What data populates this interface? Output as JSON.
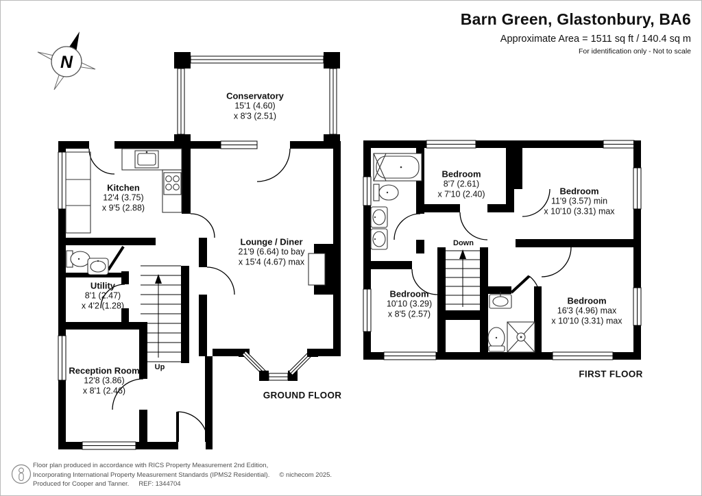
{
  "header": {
    "title": "Barn Green, Glastonbury, BA6",
    "area": "Approximate Area = 1511 sq ft / 140.4 sq m",
    "disclaimer": "For identification only - Not to scale"
  },
  "compass": {
    "label": "N"
  },
  "ground_floor": {
    "floor_label": "GROUND FLOOR",
    "stairs_label": "Up",
    "rooms": [
      {
        "name": "Conservatory",
        "dim1": "15'1 (4.60)",
        "dim2": "x 8'3 (2.51)"
      },
      {
        "name": "Kitchen",
        "dim1": "12'4 (3.75)",
        "dim2": "x 9'5 (2.88)"
      },
      {
        "name": "Lounge / Diner",
        "dim1": "21'9 (6.64) to bay",
        "dim2": "x 15'4 (4.67) max"
      },
      {
        "name": "Utility",
        "dim1": "8'1 (2.47)",
        "dim2": "x 4'2 (1.28)"
      },
      {
        "name": "Reception Room",
        "dim1": "12'8 (3.86)",
        "dim2": "x 8'1 (2.46)"
      }
    ]
  },
  "first_floor": {
    "floor_label": "FIRST FLOOR",
    "stairs_label": "Down",
    "rooms": [
      {
        "name": "Bedroom",
        "dim1": "8'7 (2.61)",
        "dim2": "x 7'10 (2.40)"
      },
      {
        "name": "Bedroom",
        "dim1": "11'9 (3.57) min",
        "dim2": "x 10'10 (3.31) max"
      },
      {
        "name": "Bedroom",
        "dim1": "10'10 (3.29)",
        "dim2": "x 8'5 (2.57)"
      },
      {
        "name": "Bedroom",
        "dim1": "16'3 (4.96) max",
        "dim2": "x 10'10 (3.31) max"
      }
    ]
  },
  "footer": {
    "line1": "Floor plan produced in accordance with RICS Property Measurement 2nd Edition,",
    "line2": "Incorporating International Property Measurement Standards (IPMS2 Residential).",
    "copyright": "© nichecom 2025.",
    "line3": "Produced for Cooper and Tanner.",
    "ref": "REF: 1344704"
  },
  "colors": {
    "wall": "#000000",
    "muted_text": "#4f4f4f"
  }
}
